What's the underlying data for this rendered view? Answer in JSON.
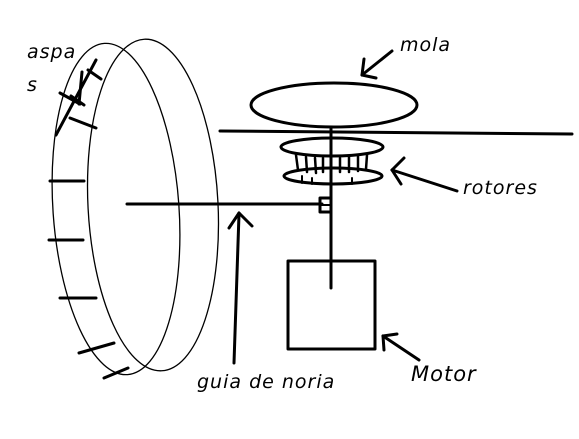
{
  "labels": {
    "aspas_line1": "aspa",
    "aspas_line2": "s",
    "mola": "mola",
    "rotores": "rotores",
    "guia": "guia de noria",
    "motor": "Motor"
  },
  "colors": {
    "ink": "#000000",
    "background": "#ffffff"
  }
}
